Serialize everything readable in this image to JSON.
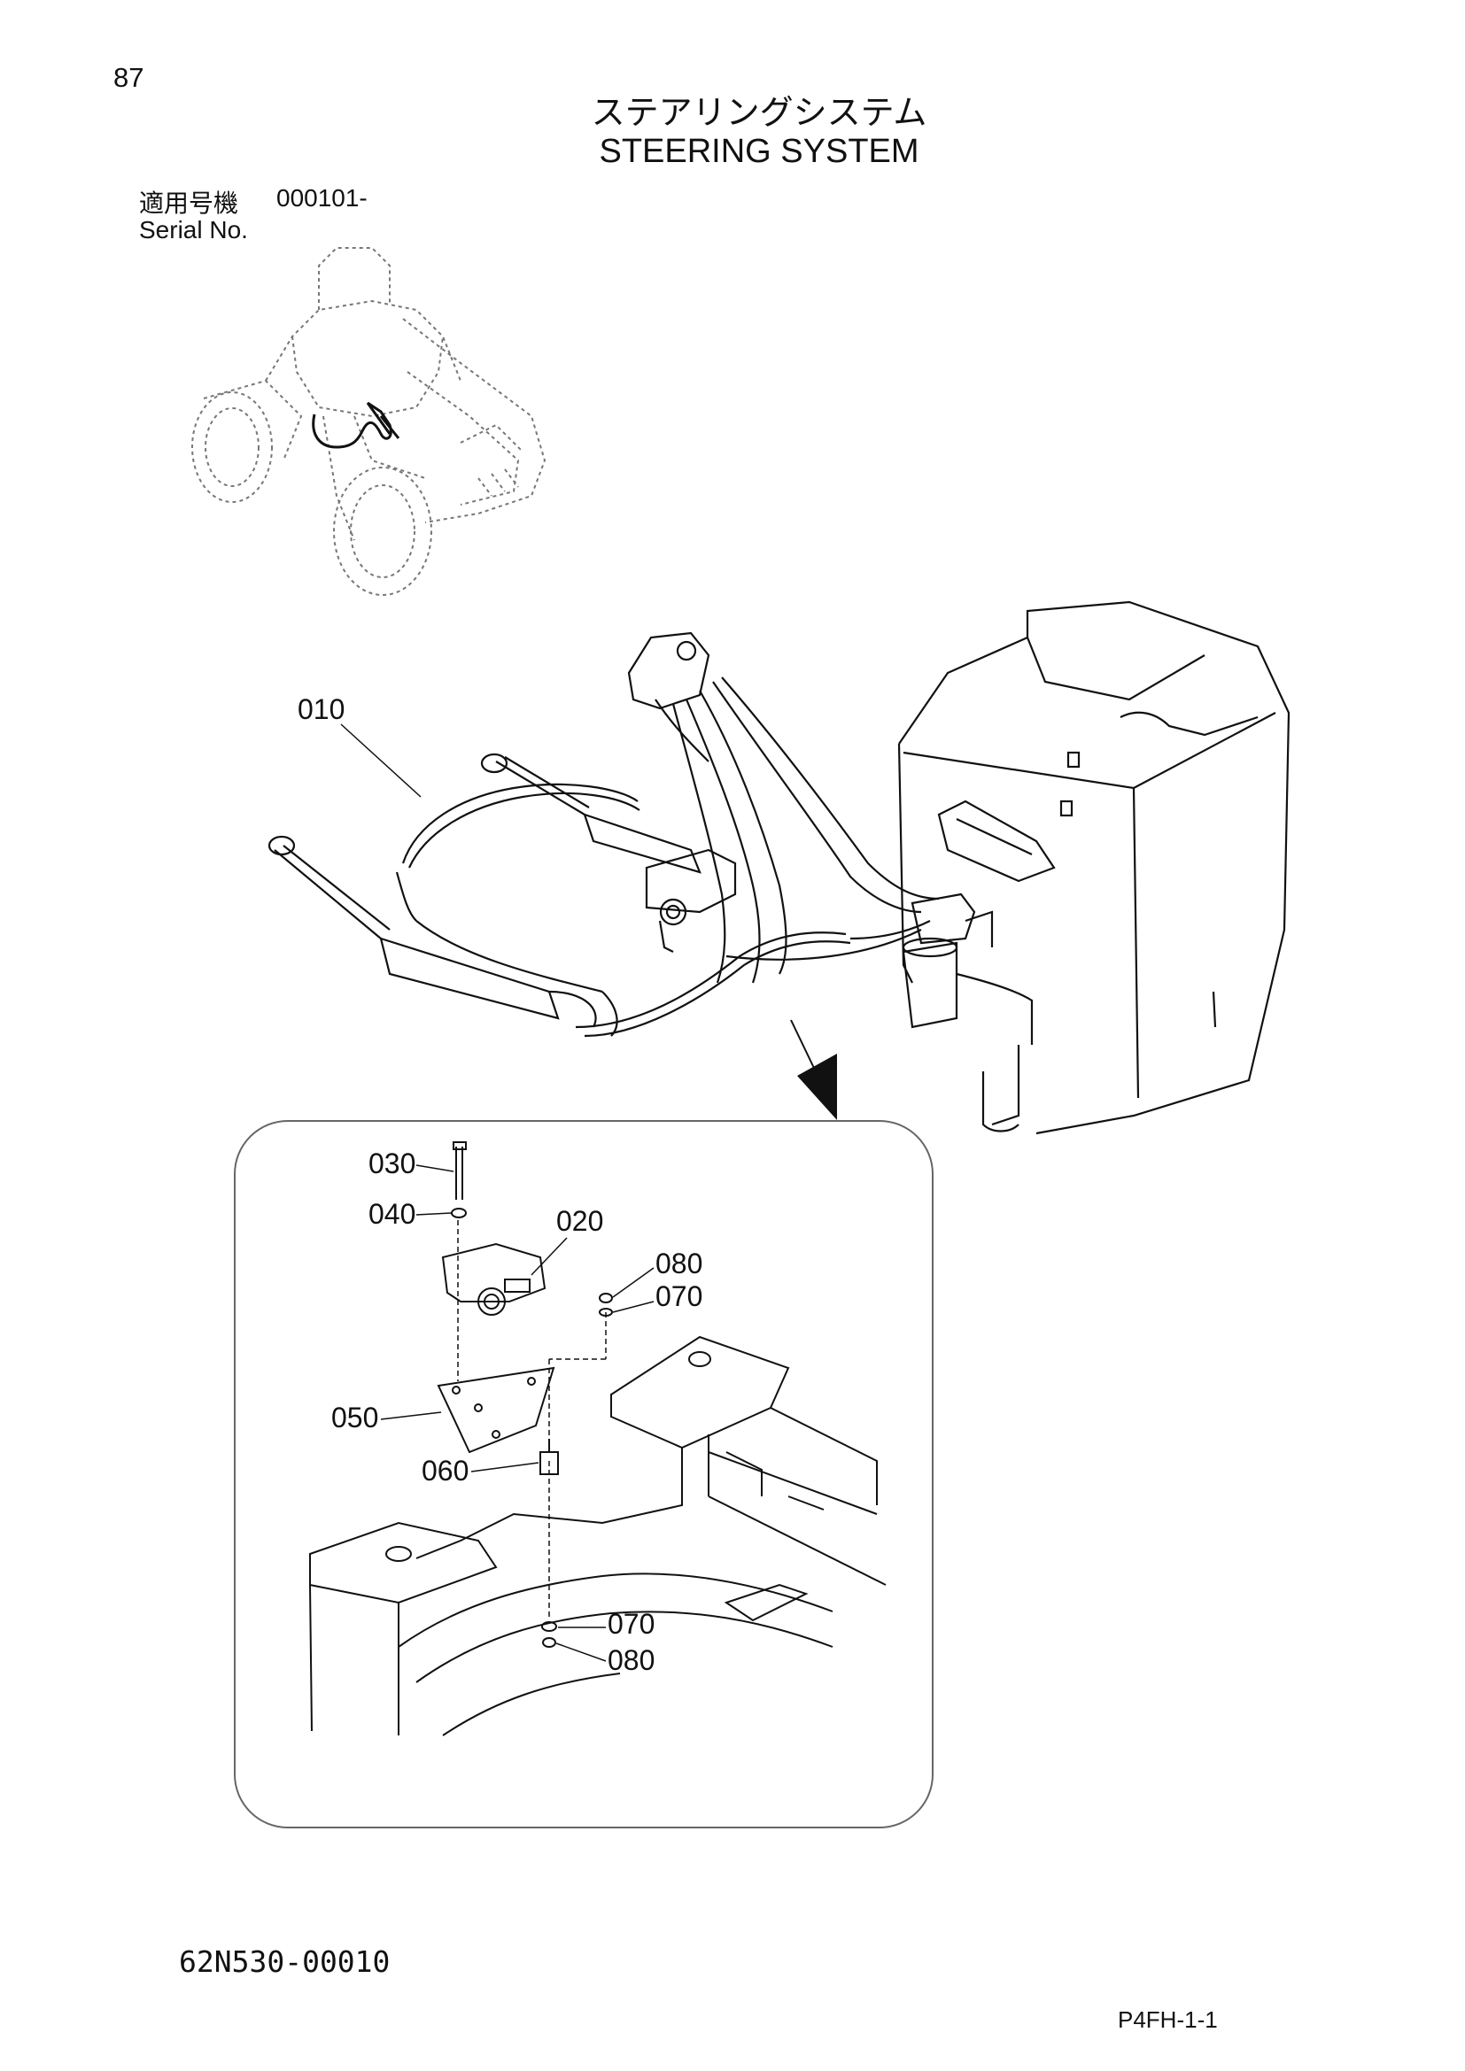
{
  "page_number": "87",
  "title_ja": "ステアリングシステム",
  "title_en": "STEERING SYSTEM",
  "serial": {
    "label_ja": "適用号機",
    "range": "000101-",
    "label_en": "Serial No."
  },
  "callouts": {
    "c010": "010",
    "c020": "020",
    "c030": "030",
    "c040": "040",
    "c050": "050",
    "c060": "060",
    "c070_top": "070",
    "c080_top": "080",
    "c070_bottom": "070",
    "c080_bottom": "080"
  },
  "drawing_number": "62N530-00010",
  "page_code": "P4FH-1-1"
}
